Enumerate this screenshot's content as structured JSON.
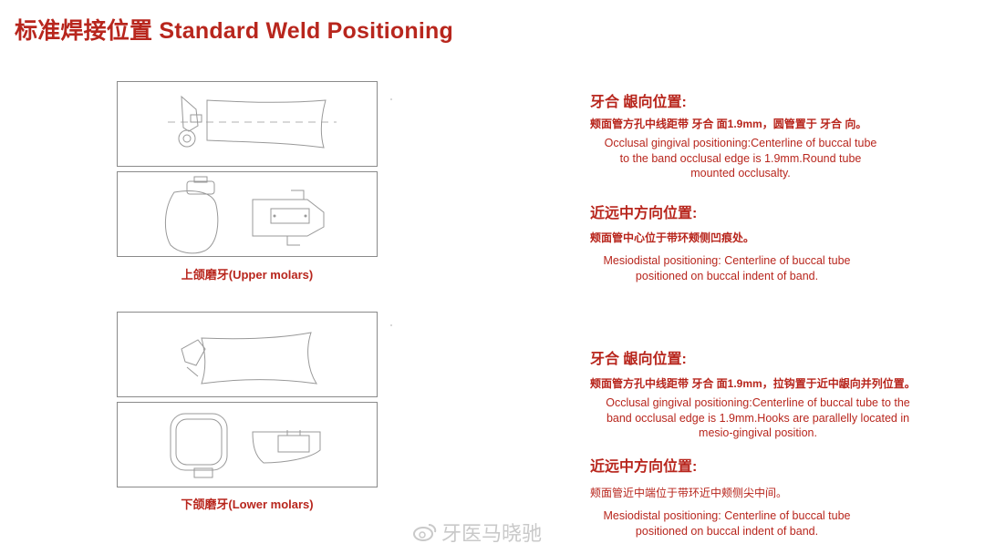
{
  "title": "标准焊接位置 Standard Weld Positioning",
  "upper": {
    "caption": "上颌磨牙(Upper molars)",
    "occlusal_heading": "牙合 龈向位置:",
    "occlusal_zh": "颊面管方孔中线距带 牙合 面1.9mm，圆管置于 牙合 向。",
    "occlusal_en": [
      "Occlusal gingival positioning:Centerline of buccal tube",
      "to the band occlusal edge is 1.9mm.Round tube",
      "mounted occlusalty."
    ],
    "mesiodistal_heading": "近远中方向位置:",
    "mesiodistal_zh": "颊面管中心位于带环颊侧凹痕处。",
    "mesiodistal_en": [
      "Mesiodistal positioning: Centerline of buccal tube",
      "positioned on buccal indent of band."
    ]
  },
  "lower": {
    "caption": "下颌磨牙(Lower molars)",
    "occlusal_heading": "牙合 龈向位置:",
    "occlusal_zh": "颊面管方孔中线距带 牙合 面1.9mm，拉钩置于近中龈向并列位置。",
    "occlusal_en": [
      "Occlusal gingival positioning:Centerline of buccal tube to the",
      "band occlusal edge is 1.9mm.Hooks are parallelly located in",
      "mesio-gingival position."
    ],
    "mesiodistal_heading": "近远中方向位置:",
    "mesiodistal_zh": "颊面管近中端位于带环近中颊侧尖中间。",
    "mesiodistal_en": [
      "Mesiodistal positioning: Centerline of buccal tube",
      "positioned on buccal indent of band."
    ]
  },
  "watermark": "牙医马晓驰",
  "watermark_icon": "weibo-icon",
  "accent_color": "#b8261d"
}
